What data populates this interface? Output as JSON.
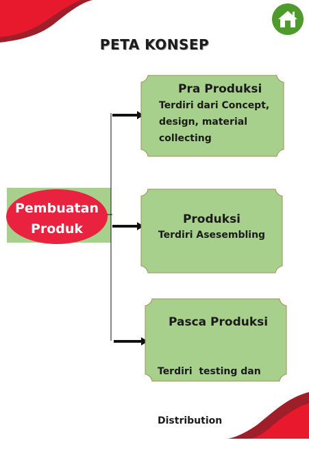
{
  "page": {
    "title": "PETA KONSEP"
  },
  "home": {
    "icon": "home-icon"
  },
  "root": {
    "line1": "Pembuatan",
    "line2": "Produk"
  },
  "boxes": [
    {
      "title": "Pra Produksi",
      "lines": [
        "Terdiri dari Concept,",
        "design, material",
        "collecting"
      ]
    },
    {
      "title": "Produksi",
      "lines": [
        "Terdiri Asesembling"
      ]
    },
    {
      "title": "Pasca Produksi",
      "lines": [
        "Terdiri  testing dan",
        "Distribution"
      ]
    }
  ],
  "colors": {
    "box_fill": "#a8d08d",
    "box_border": "#9d8f58",
    "root_bg": "#a8d08d",
    "oval": "#e8223f",
    "accent_dark": "#9e1f2a",
    "accent_red": "#e8192c",
    "home_green": "#4e9a2d"
  }
}
